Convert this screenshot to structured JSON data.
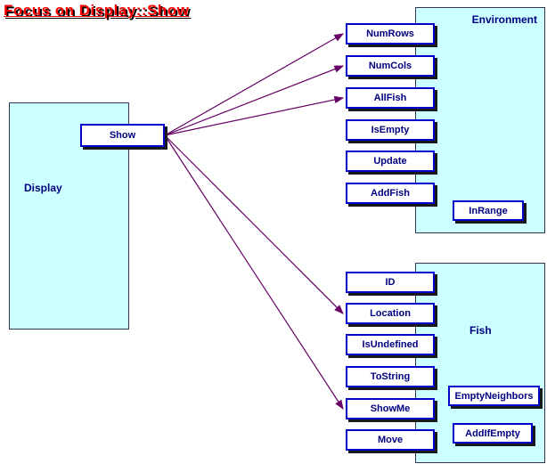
{
  "title": "Focus on Display::Show",
  "display": {
    "label": "Display",
    "method": "Show"
  },
  "environment": {
    "label": "Environment",
    "methods": [
      "NumRows",
      "NumCols",
      "AllFish",
      "IsEmpty",
      "Update",
      "AddFish"
    ],
    "inner_methods": [
      "InRange"
    ]
  },
  "fish": {
    "label": "Fish",
    "methods": [
      "ID",
      "Location",
      "IsUndefined",
      "ToString",
      "ShowMe",
      "Move"
    ],
    "inner_methods": [
      "EmptyNeighbors",
      "AddIfEmpty"
    ]
  },
  "edges": [
    {
      "from": "Show",
      "to": "NumRows"
    },
    {
      "from": "Show",
      "to": "NumCols"
    },
    {
      "from": "Show",
      "to": "AllFish"
    },
    {
      "from": "Show",
      "to": "Location"
    },
    {
      "from": "Show",
      "to": "ShowMe"
    }
  ],
  "colors": {
    "panel_fill": "#ccffff",
    "box_border": "#0000c8",
    "label_text": "#000080",
    "title_text": "#ff0000",
    "arrow": "#660066"
  }
}
